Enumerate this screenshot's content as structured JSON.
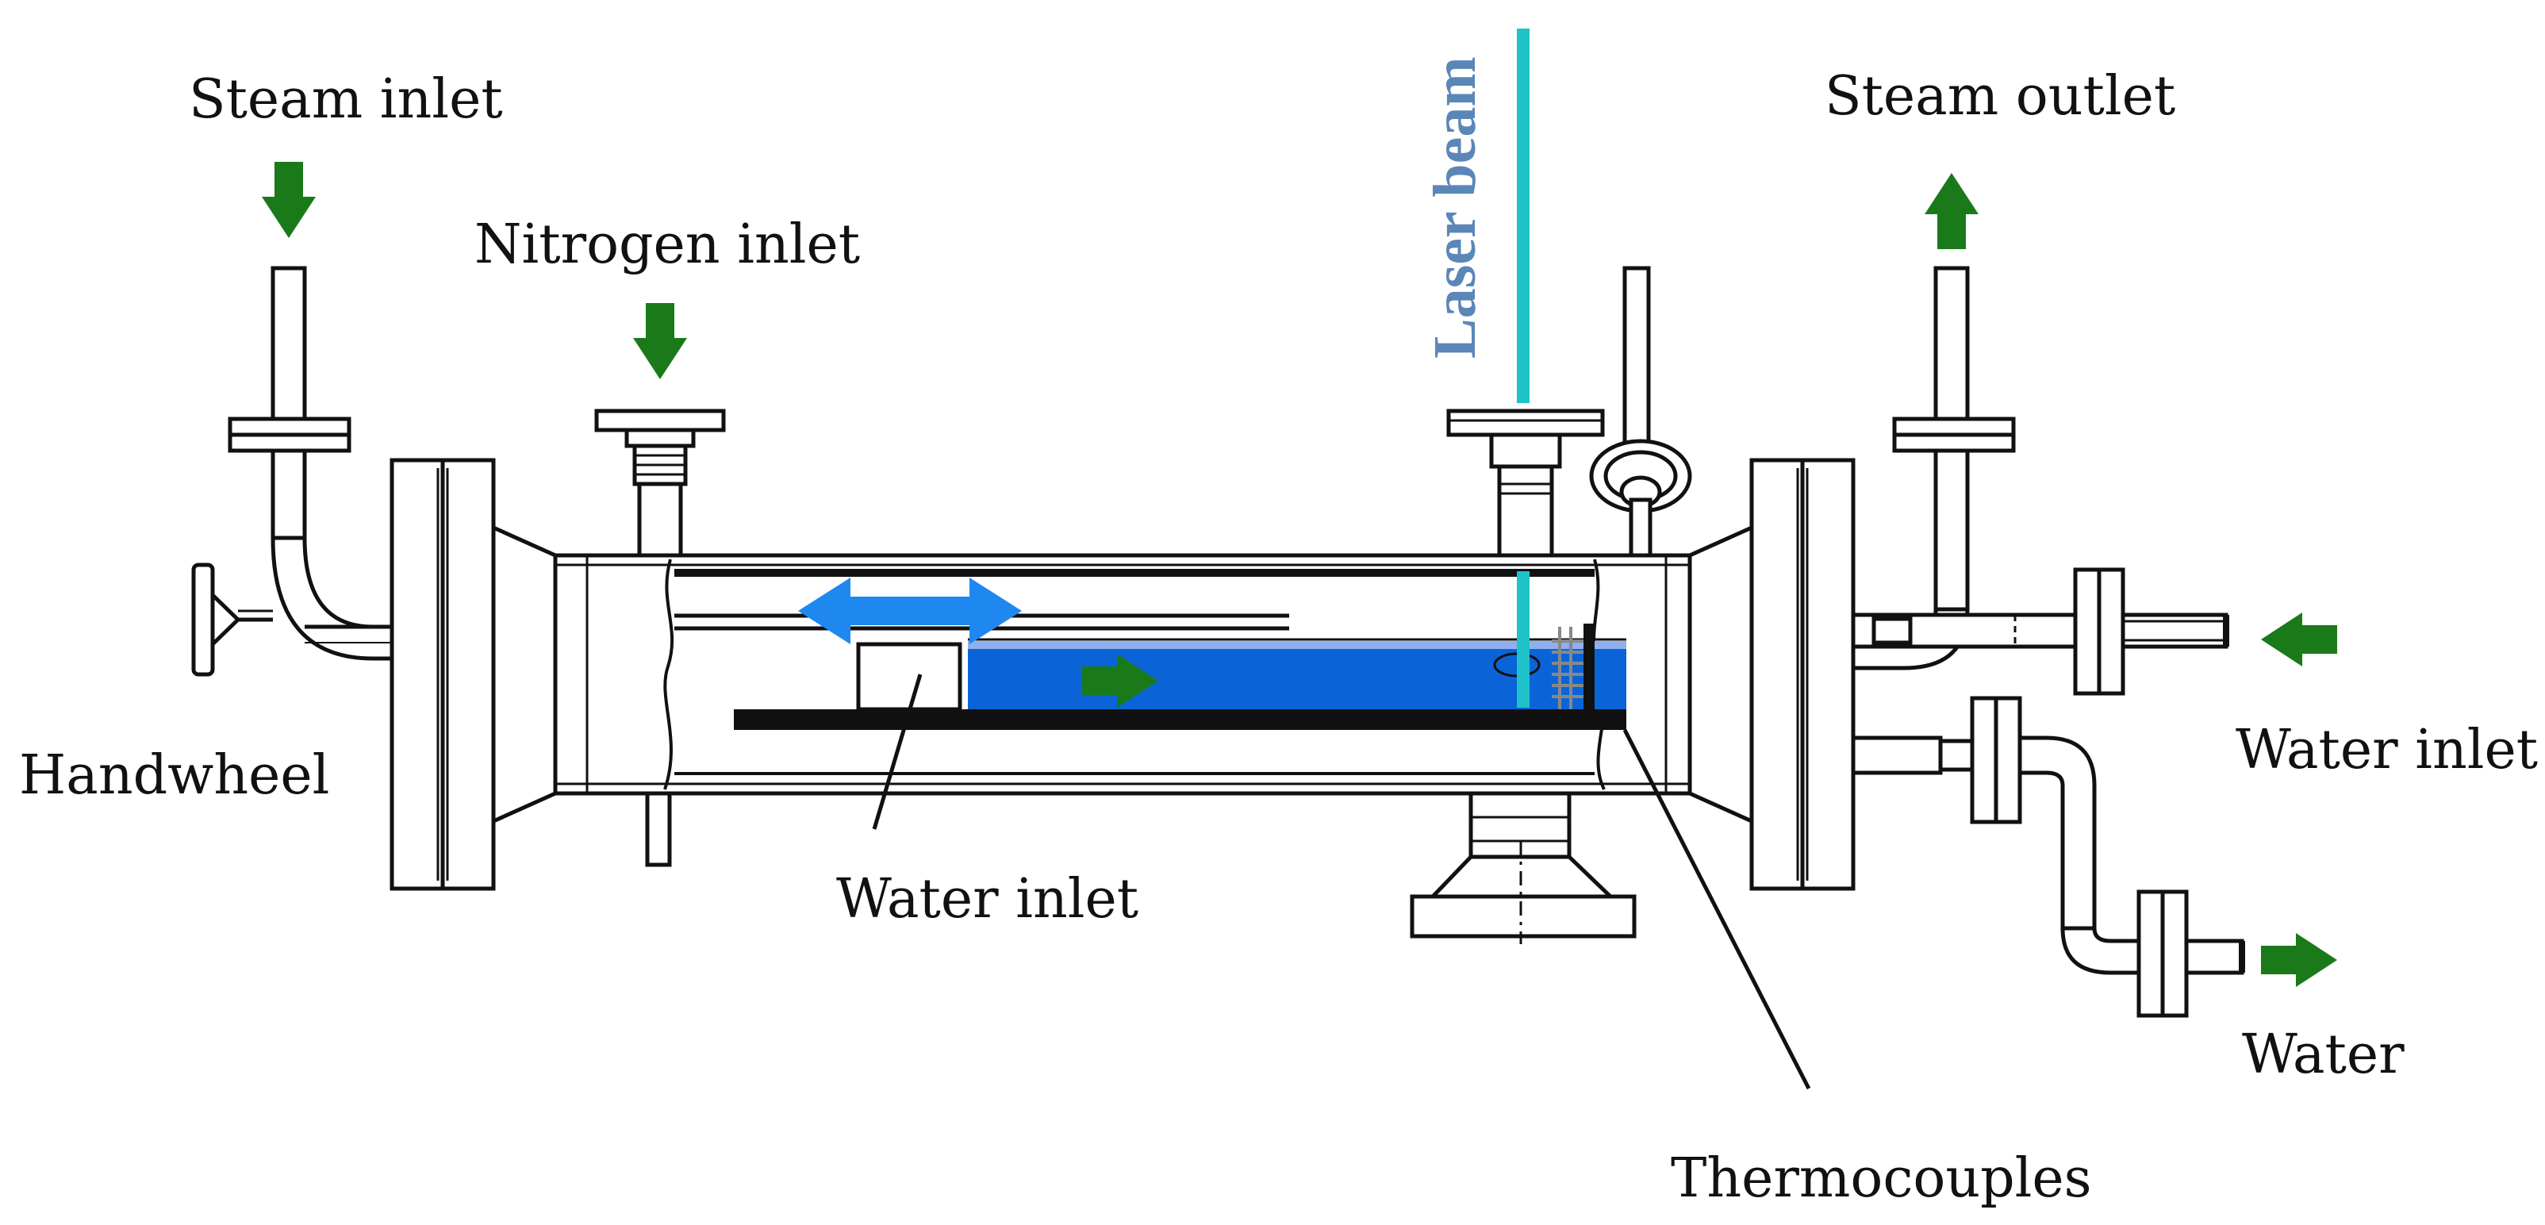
{
  "labels": {
    "steam_inlet": "Steam inlet",
    "nitrogen_inlet": "Nitrogen inlet",
    "laser_beam": "Laser beam",
    "steam_outlet": "Steam outlet",
    "handwheel": "Handwheel",
    "water_inlet_inner": "Water inlet",
    "water_inlet_outer": "Water inlet",
    "water": "Water",
    "thermocouples": "Thermocouples"
  },
  "colors": {
    "line": "#111111",
    "flow_arrow": "#1a7a1a",
    "water_fill": "#0a64d8",
    "water_surface": "#8fb0f0",
    "motion_arrow": "#1e88f0",
    "laser": "#1ec2c8",
    "laser_label": "#5b86b8"
  }
}
